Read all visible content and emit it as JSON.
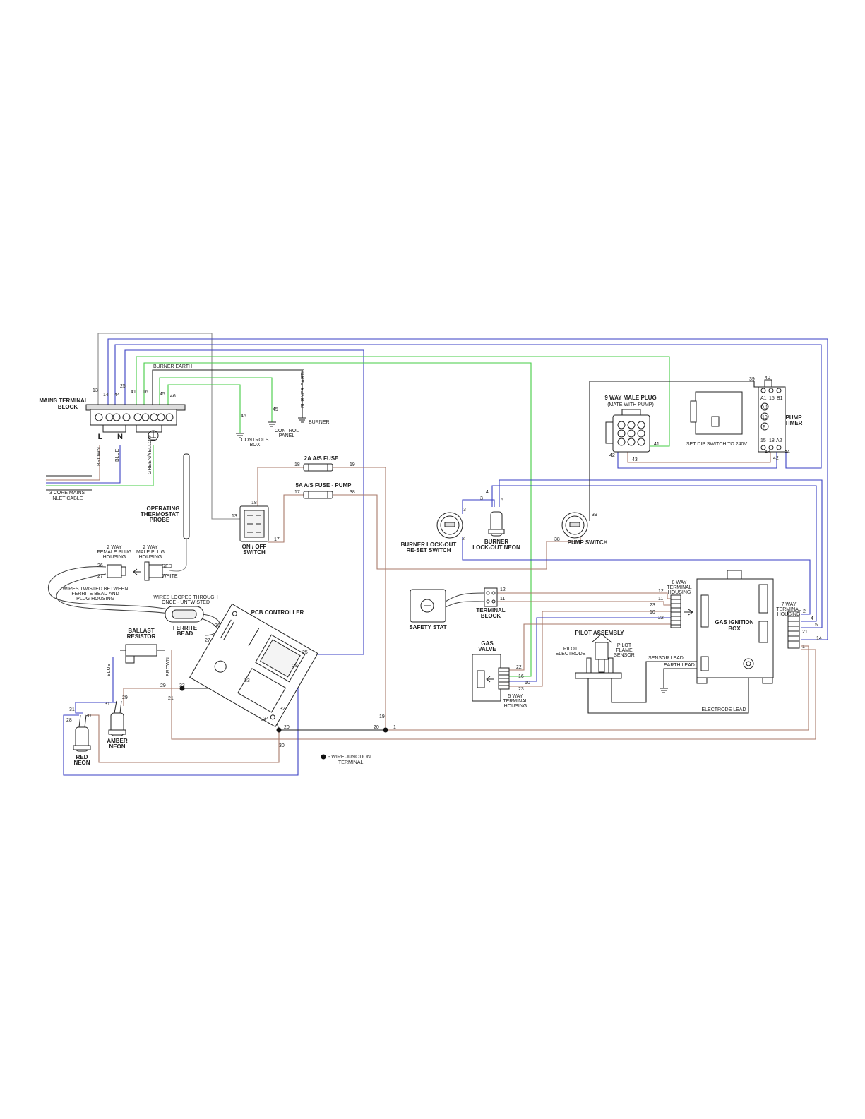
{
  "colors": {
    "blue": "#3a3fc4",
    "brown": "#a87a6a",
    "green": "#44cc44",
    "grey": "#888888",
    "black": "#222222"
  },
  "labels": {
    "mains_terminal_block": [
      "MAINS TERMINAL",
      "BLOCK"
    ],
    "mains_inlet": [
      "3 CORE MAINS",
      "INLET CABLE"
    ],
    "wire_brown": "BROWN",
    "wire_blue": "BLUE",
    "wire_green_yellow": "GREEN/YELLOW",
    "burner_earth_top": "BURNER EARTH",
    "burner_earth_vertical": "BURNER EARTH",
    "burner": "BURNER",
    "controls_box": [
      "CONTROLS",
      "BOX"
    ],
    "control_panel": [
      "CONTROL",
      "PANEL"
    ],
    "term_L": "L",
    "term_N": "N",
    "fuse_2a": "2A A/S FUSE",
    "fuse_5a": "5A A/S FUSE - PUMP",
    "on_off_switch": [
      "ON / OFF",
      "SWITCH"
    ],
    "operating_thermostat": [
      "OPERATING",
      "THERMOSTAT",
      "PROBE"
    ],
    "female_plug": [
      "2 WAY",
      "FEMALE PLUG",
      "HOUSING"
    ],
    "male_plug": [
      "2 WAY",
      "MALE PLUG",
      "HOUSING"
    ],
    "wire_red": "RED",
    "wire_white": "WHITE",
    "wires_twisted": [
      "WIRES TWISTED BETWEEN",
      "FERRITE BEAD AND",
      "PLUG HOUSING"
    ],
    "wires_looped": [
      "WIRES LOOPED THROUGH",
      "ONCE - UNTWISTED"
    ],
    "ferrite_bead": [
      "FERRITE",
      "BEAD"
    ],
    "pcb_controller": "PCB CONTROLLER",
    "ballast_resistor": [
      "BALLAST",
      "RESISTOR"
    ],
    "amber_neon": [
      "AMBER",
      "NEON"
    ],
    "red_neon": [
      "RED",
      "NEON"
    ],
    "wire_junction": [
      "- WIRE JUNCTION",
      "TERMINAL"
    ],
    "nine_way_plug": "9 WAY MALE PLUG",
    "nine_way_plug_sub": "(MATE WITH PUMP)",
    "dip_switch": "SET DIP SWITCH TO 240V",
    "pump_timer": [
      "PUMP",
      "TIMER"
    ],
    "pump_timer_terminals": [
      "A1",
      "15",
      "B1"
    ],
    "pump_timer_bottom_terminals": [
      "15",
      "18",
      "A2"
    ],
    "pump_timer_dials": [
      "0.1",
      "10",
      "F"
    ],
    "burner_lockout_reset": [
      "BURNER LOCK-OUT",
      "RE-SET SWITCH"
    ],
    "burner_lockout_neon": [
      "BURNER",
      "LOCK-OUT NEON"
    ],
    "pump_switch": "PUMP SWITCH",
    "safety_stat": "SAFETY STAT",
    "terminal_block": [
      "TERMINAL",
      "BLOCK"
    ],
    "eight_way": [
      "8 WAY",
      "TERMINAL",
      "HOUSING"
    ],
    "gas_ignition_box": [
      "GAS IGNITION",
      "BOX"
    ],
    "seven_way": [
      "7 WAY",
      "TERMINAL",
      "HOUSING"
    ],
    "pilot_assembly": "PILOT ASSEMBLY",
    "pilot_electrode": [
      "PILOT",
      "ELECTRODE"
    ],
    "pilot_flame_sensor": [
      "PILOT",
      "FLAME",
      "SENSOR"
    ],
    "sensor_lead": "SENSOR LEAD",
    "earth_lead": "EARTH LEAD",
    "electrode_lead": "ELECTRODE LEAD",
    "gas_valve": [
      "GAS",
      "VALVE"
    ],
    "five_way": [
      "5 WAY",
      "TERMINAL",
      "HOUSING"
    ]
  },
  "wire_numbers": {
    "mains": [
      "13",
      "14",
      "44",
      "25",
      "41",
      "16",
      "45",
      "46"
    ],
    "controls_box_earth": "46",
    "control_panel_earth": "45",
    "fuse2a_in": "18",
    "fuse2a_out": "19",
    "fuse2a_switch": "18",
    "fuse5a_in": "17",
    "fuse5a_out": "38",
    "switch_13": "13",
    "switch_17": "17",
    "thermo_26": "26",
    "thermo_27": "27",
    "ferrite_26": "26",
    "ferrite_27": "27",
    "pcb_25": "25",
    "pcb_28": "28",
    "pcb_33a": "33",
    "pcb_33b": "33",
    "pcb_32": "32",
    "pcb_34": "34",
    "amber_29a": "29",
    "amber_29b": "29",
    "amber_31": "31",
    "brown_21": "21",
    "red_31": "31",
    "red_30": "30",
    "red_28": "28",
    "junction_20a": "20",
    "junction_20b": "20",
    "junction_30": "30",
    "junction_19": "19",
    "junction_1": "1",
    "reset_3": "3",
    "reset_2": "2",
    "neon_4": "4",
    "neon_3": "3",
    "neon_5": "5",
    "pump_39": "39",
    "pump_38": "38",
    "timer_39": "39",
    "timer_40": "40",
    "timer_43": "43",
    "timer_42": "42",
    "timer_44": "44",
    "plug_41": "41",
    "plug_42": "42",
    "plug_43": "43",
    "tb_12": "12",
    "tb_11": "11",
    "eight_12": "12",
    "eight_11": "11",
    "eight_23": "23",
    "eight_10": "10",
    "eight_22": "22",
    "valve_22": "22",
    "valve_16": "16",
    "valve_10": "10",
    "valve_23": "23",
    "seven_2": "2",
    "seven_4": "4",
    "seven_5": "5",
    "seven_21": "21",
    "seven_14": "14",
    "seven_1": "1"
  }
}
